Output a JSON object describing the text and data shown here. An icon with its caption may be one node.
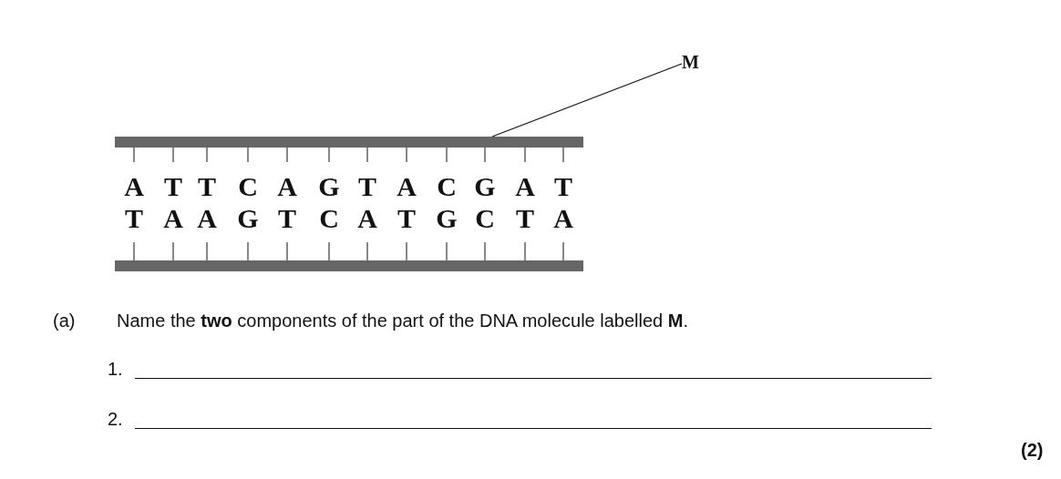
{
  "diagram": {
    "nodes": [
      {
        "text": [
          "M"
        ]
      },
      {
        "text": [],
        "shape": "bar"
      },
      {
        "text": [],
        "shape": "bar"
      }
    ],
    "edges": [
      {
        "from": 0,
        "to": 1,
        "arrow": "none"
      }
    ],
    "labels": [
      "A",
      "T",
      "T",
      "C",
      "A",
      "G",
      "T",
      "A",
      "C",
      "G",
      "A",
      "T",
      "T",
      "A",
      "A",
      "G",
      "T",
      "C",
      "A",
      "T",
      "G",
      "C",
      "T",
      "A",
      "(a)",
      "Name the **two** components of the part of the DNA molecule labelled **M**.",
      "1.",
      "2.",
      "(2)"
    ]
  }
}
